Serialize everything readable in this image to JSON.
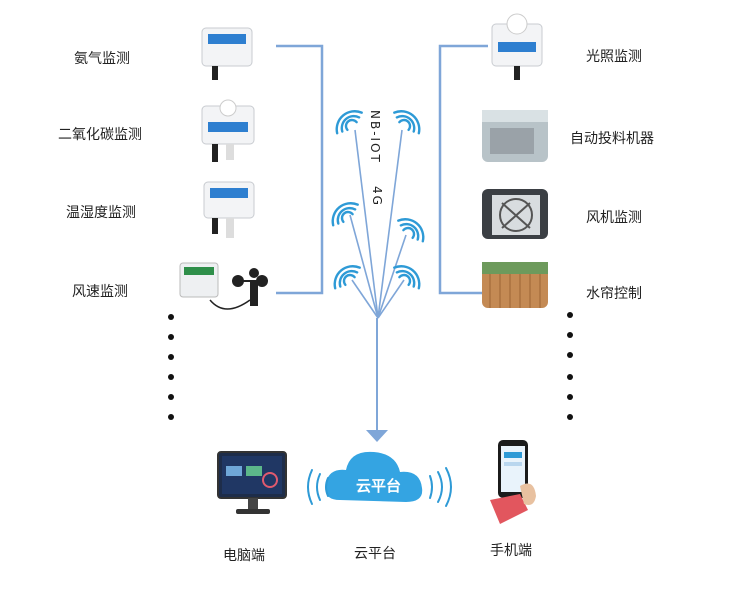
{
  "left_devices": [
    {
      "label": "氨气监测"
    },
    {
      "label": "二氧化碳监测"
    },
    {
      "label": "温湿度监测"
    },
    {
      "label": "风速监测"
    }
  ],
  "right_devices": [
    {
      "label": "光照监测"
    },
    {
      "label": "自动投料机器"
    },
    {
      "label": "风机监测"
    },
    {
      "label": "水帘控制"
    }
  ],
  "network": {
    "label_1": "NB-IOT",
    "label_2": "4G"
  },
  "cloud": {
    "icon_text": "云平台",
    "caption": "云平台"
  },
  "clients": {
    "pc": "电脑端",
    "phone": "手机端"
  },
  "colors": {
    "line": "#7fa6d8",
    "wifi": "#2e9ad6",
    "cloud": "#34a4e2",
    "device_green": "#2f8f4a"
  }
}
